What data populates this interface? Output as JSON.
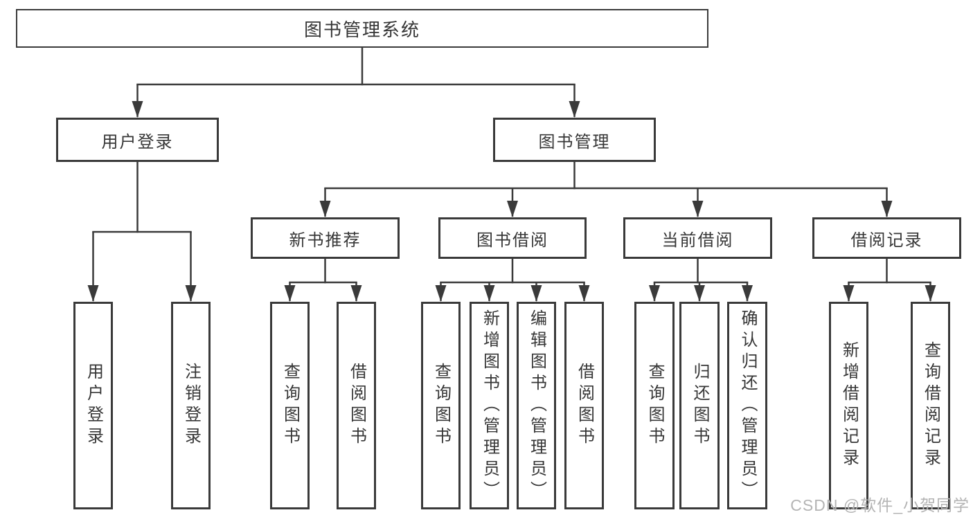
{
  "page": {
    "background": "#ffffff"
  },
  "style": {
    "line_color": "#3a3a3a",
    "text_color": "#363636"
  },
  "watermark": {
    "text": "CSDN @软件_小贺同学",
    "color": "#b4b4b4"
  },
  "tree": {
    "label": "图书管理系统",
    "children": [
      {
        "label": "用户登录",
        "children": [
          {
            "label": "用户登录"
          },
          {
            "label": "注销登录"
          }
        ]
      },
      {
        "label": "图书管理",
        "children": [
          {
            "label": "新书推荐",
            "children": [
              {
                "label": "查询图书"
              },
              {
                "label": "借阅图书"
              }
            ]
          },
          {
            "label": "图书借阅",
            "children": [
              {
                "label": "查询图书"
              },
              {
                "label": "新增图书（管理员）"
              },
              {
                "label": "编辑图书（管理员）"
              },
              {
                "label": "借阅图书"
              }
            ]
          },
          {
            "label": "当前借阅",
            "children": [
              {
                "label": "查询图书"
              },
              {
                "label": "归还图书"
              },
              {
                "label": "确认归还（管理员）"
              }
            ]
          },
          {
            "label": "借阅记录",
            "children": [
              {
                "label": "新增借阅记录"
              },
              {
                "label": "查询借阅记录"
              }
            ]
          }
        ]
      }
    ]
  }
}
